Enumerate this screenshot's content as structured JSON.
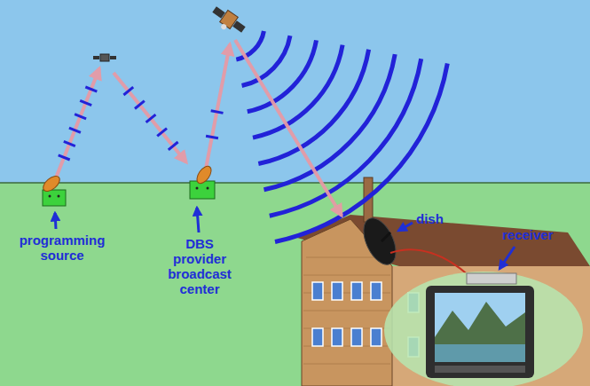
{
  "diagram": {
    "labels": [
      "programming source",
      "DBS provider broadcast center",
      "dish",
      "receiver"
    ]
  }
}
